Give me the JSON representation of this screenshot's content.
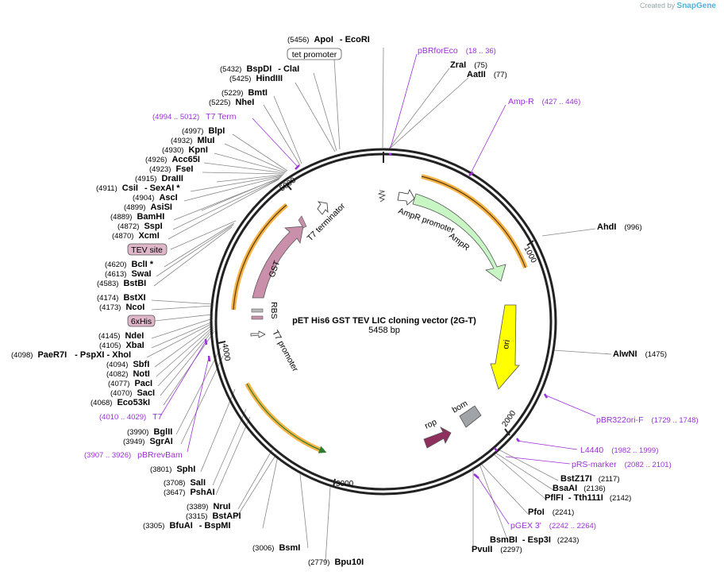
{
  "credit": {
    "prefix": "Created by",
    "brand": "SnapGene"
  },
  "plasmid": {
    "name": "pET His6 GST TEV LIC cloning vector (2G-T)",
    "length": "5458 bp",
    "total_bp": 5458
  },
  "ticks": [
    "1000",
    "2000",
    "3000",
    "4000",
    "5000"
  ],
  "sites": [
    {
      "pos": "(5456)",
      "name": "ApoI",
      "extra": "- EcoRI"
    },
    {
      "pos": "(5432)",
      "name": "BspDI",
      "extra": "- ClaI"
    },
    {
      "pos": "(5425)",
      "name": "HindIII",
      "extra": ""
    },
    {
      "pos": "(5229)",
      "name": "BmtI",
      "extra": ""
    },
    {
      "pos": "(5225)",
      "name": "NheI",
      "extra": ""
    },
    {
      "pos": "(4997)",
      "name": "BlpI",
      "extra": ""
    },
    {
      "pos": "(4932)",
      "name": "MluI",
      "extra": ""
    },
    {
      "pos": "(4930)",
      "name": "KpnI",
      "extra": ""
    },
    {
      "pos": "(4926)",
      "name": "Acc65I",
      "extra": ""
    },
    {
      "pos": "(4923)",
      "name": "FseI",
      "extra": ""
    },
    {
      "pos": "(4915)",
      "name": "DraIII",
      "extra": ""
    },
    {
      "pos": "(4911)",
      "name": "CsiI",
      "extra": "- SexAI *"
    },
    {
      "pos": "(4904)",
      "name": "AscI",
      "extra": ""
    },
    {
      "pos": "(4899)",
      "name": "AsiSI",
      "extra": ""
    },
    {
      "pos": "(4889)",
      "name": "BamHI",
      "extra": ""
    },
    {
      "pos": "(4872)",
      "name": "SspI",
      "extra": ""
    },
    {
      "pos": "(4870)",
      "name": "XcmI",
      "extra": ""
    },
    {
      "pos": "(4620)",
      "name": "BclI *",
      "extra": ""
    },
    {
      "pos": "(4613)",
      "name": "SwaI",
      "extra": ""
    },
    {
      "pos": "(4583)",
      "name": "BstBI",
      "extra": ""
    },
    {
      "pos": "(4174)",
      "name": "BstXI",
      "extra": ""
    },
    {
      "pos": "(4173)",
      "name": "NcoI",
      "extra": ""
    },
    {
      "pos": "(4145)",
      "name": "NdeI",
      "extra": ""
    },
    {
      "pos": "(4105)",
      "name": "XbaI",
      "extra": ""
    },
    {
      "pos": "(4098)",
      "name": "PaeR7I",
      "extra": "- PspXI   - XhoI"
    },
    {
      "pos": "(4094)",
      "name": "SbfI",
      "extra": ""
    },
    {
      "pos": "(4082)",
      "name": "NotI",
      "extra": ""
    },
    {
      "pos": "(4077)",
      "name": "PacI",
      "extra": ""
    },
    {
      "pos": "(4070)",
      "name": "SacI",
      "extra": ""
    },
    {
      "pos": "(4068)",
      "name": "Eco53kI",
      "extra": ""
    },
    {
      "pos": "(3990)",
      "name": "BglII",
      "extra": ""
    },
    {
      "pos": "(3949)",
      "name": "SgrAI",
      "extra": ""
    },
    {
      "pos": "(3801)",
      "name": "SphI",
      "extra": ""
    },
    {
      "pos": "(3708)",
      "name": "SalI",
      "extra": ""
    },
    {
      "pos": "(3647)",
      "name": "PshAI",
      "extra": ""
    },
    {
      "pos": "(3389)",
      "name": "NruI",
      "extra": ""
    },
    {
      "pos": "(3315)",
      "name": "BstAPI",
      "extra": ""
    },
    {
      "pos": "(3305)",
      "name": "BfuAI",
      "extra": "- BspMI"
    },
    {
      "pos": "(3006)",
      "name": "BsmI",
      "extra": ""
    },
    {
      "pos": "(2779)",
      "name": "Bpu10I",
      "extra": ""
    },
    {
      "pos": "(75)",
      "name": "ZraI",
      "extra": ""
    },
    {
      "pos": "(77)",
      "name": "AatII",
      "extra": ""
    },
    {
      "pos": "(996)",
      "name": "AhdI",
      "extra": ""
    },
    {
      "pos": "(1475)",
      "name": "AlwNI",
      "extra": ""
    },
    {
      "pos": "(2117)",
      "name": "BstZ17I",
      "extra": ""
    },
    {
      "pos": "(2136)",
      "name": "BsaAI",
      "extra": ""
    },
    {
      "pos": "(2142)",
      "name": "PflFI",
      "extra": "- Tth111I"
    },
    {
      "pos": "(2241)",
      "name": "PfoI",
      "extra": ""
    },
    {
      "pos": "(2243)",
      "name": "BsmBI",
      "extra": "- Esp3I"
    },
    {
      "pos": "(2297)",
      "name": "PvuII",
      "extra": ""
    }
  ],
  "primers": [
    {
      "name": "pBRforEco",
      "range": "(18 .. 36)"
    },
    {
      "name": "Amp-R",
      "range": "(427 .. 446)"
    },
    {
      "name": "pBR322ori-F",
      "range": "(1729 .. 1748)"
    },
    {
      "name": "L4440",
      "range": "(1982 .. 1999)"
    },
    {
      "name": "pRS-marker",
      "range": "(2082 .. 2101)"
    },
    {
      "name": "pGEX 3'",
      "range": "(2242 .. 2264)"
    },
    {
      "name": "pBRrevBam",
      "range": "(3907 .. 3926)"
    },
    {
      "name": "T7",
      "range": "(4010 .. 4029)"
    },
    {
      "name": "T7 Term",
      "range": "(4994 .. 5012)"
    }
  ],
  "boxed_features": [
    "tet promoter",
    "TEV site",
    "6xHis"
  ],
  "inner_features": [
    "AmpR promoter",
    "AmpR",
    "ori",
    "bom",
    "rop",
    "GST",
    "RBS",
    "T7 terminator",
    "T7 promoter"
  ],
  "colors": {
    "primer": "#9b30d9",
    "ampr": "#c7f5c4",
    "ori": "#ffff00",
    "gst": "#c98fab",
    "rop": "#8e2f5e",
    "bom": "#a0a4a8",
    "orf": "#f5a623"
  }
}
